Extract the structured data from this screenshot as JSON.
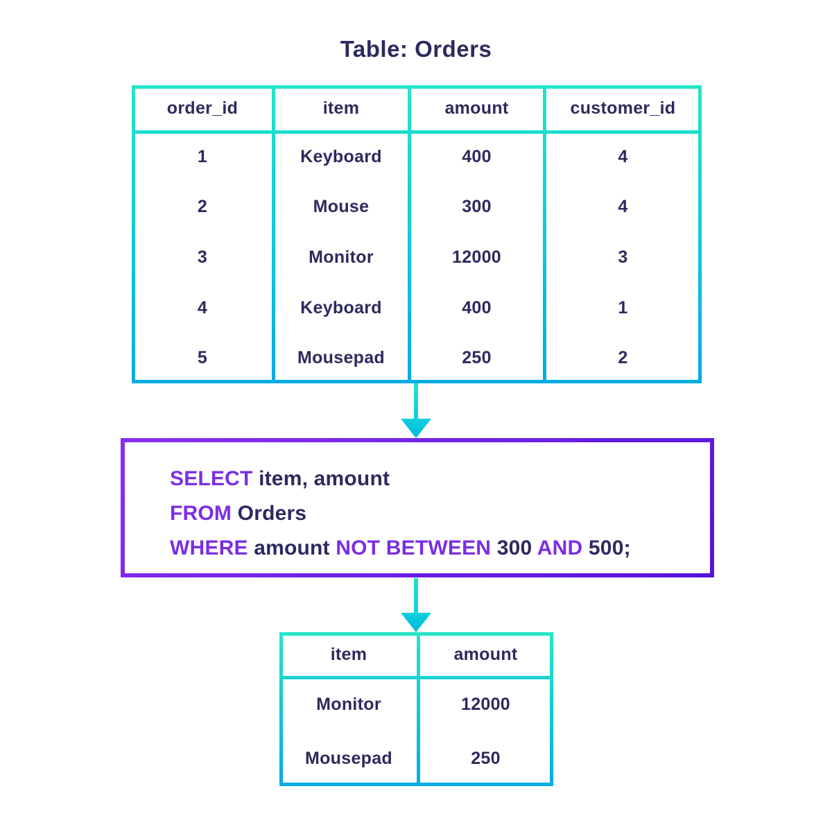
{
  "title": "Table: Orders",
  "colors": {
    "table_border_teal": "#24E5CA",
    "table_border_blue": "#00ACE4",
    "query_border_purple_light": "#8A2FF0",
    "query_border_purple_dark": "#5512DC",
    "text_navy": "#2D2A5E",
    "keyword_purple": "#7B2EE3",
    "background": "#FFFFFF"
  },
  "orders_table": {
    "headers": [
      "order_id",
      "item",
      "amount",
      "customer_id"
    ],
    "rows": [
      [
        "1",
        "Keyboard",
        "400",
        "4"
      ],
      [
        "2",
        "Mouse",
        "300",
        "4"
      ],
      [
        "3",
        "Monitor",
        "12000",
        "3"
      ],
      [
        "4",
        "Keyboard",
        "400",
        "1"
      ],
      [
        "5",
        "Mousepad",
        "250",
        "2"
      ]
    ]
  },
  "query": {
    "line1": {
      "keyword": "SELECT",
      "rest": " item, amount"
    },
    "line2": {
      "keyword": "FROM",
      "rest": " Orders"
    },
    "line3": {
      "kw1": "WHERE",
      "t1": " amount ",
      "kw2": "NOT BETWEEN",
      "t2": " 300 ",
      "kw3": "AND",
      "t3": " 500;"
    }
  },
  "result_table": {
    "headers": [
      "item",
      "amount"
    ],
    "rows": [
      [
        "Monitor",
        "12000"
      ],
      [
        "Mousepad",
        "250"
      ]
    ]
  }
}
